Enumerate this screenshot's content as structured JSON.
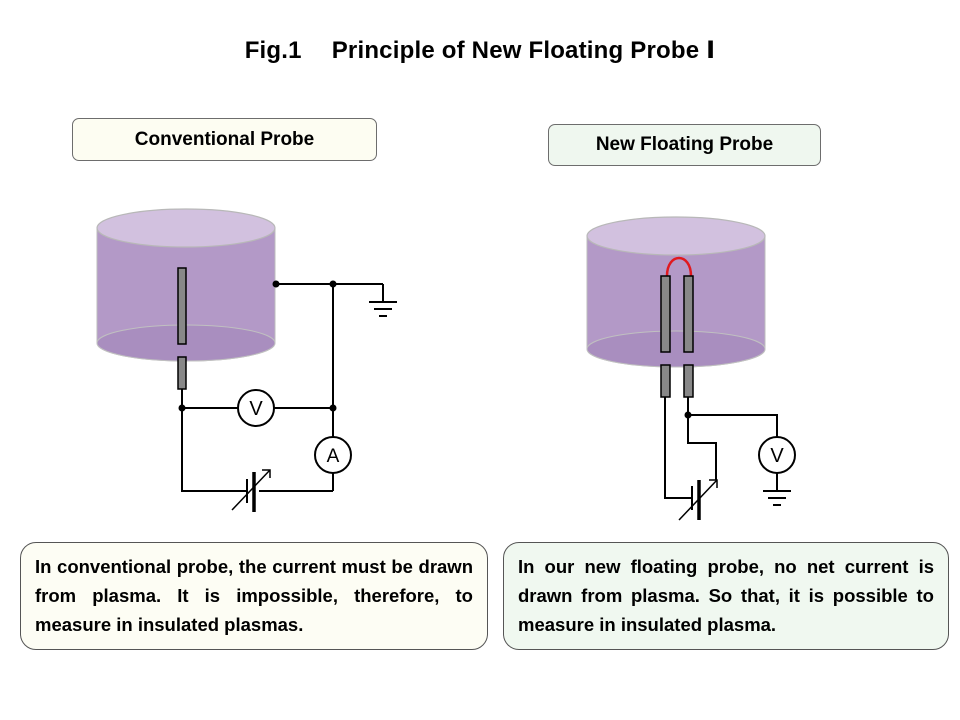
{
  "figure": {
    "number": "Fig.1",
    "title": "Principle of New Floating Probe",
    "numeral": "Ⅰ"
  },
  "left_panel": {
    "label": "Conventional Probe",
    "voltmeter_symbol": "V",
    "ammeter_symbol": "A",
    "description": "In conventional probe, the current must be drawn from plasma.  It is impossible, therefore,  to measure in insulated plasmas."
  },
  "right_panel": {
    "label": "New Floating Probe",
    "voltmeter_symbol": "V",
    "description": "In our new floating probe, no net current is drawn from plasma. So that, it is possible to measure in insulated plasma."
  },
  "colors": {
    "plasma": "#b399c7",
    "plasma_top": "#d2c1df",
    "probe": "#888888",
    "loop": "#e0191f",
    "left_label_bg": "#fdfdf2",
    "right_label_bg": "#eff7ef"
  }
}
